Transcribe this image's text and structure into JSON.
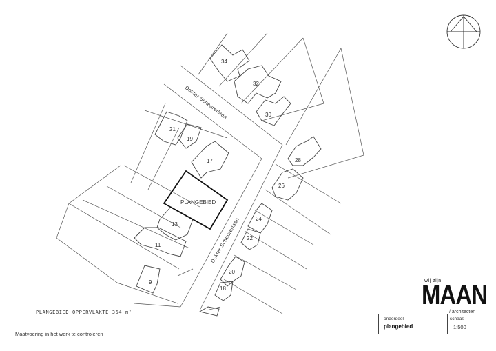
{
  "drawing": {
    "plot_label": "PLANGEBIED",
    "house_numbers": [
      "34",
      "32",
      "30",
      "21",
      "19",
      "17",
      "28",
      "26",
      "24",
      "22",
      "20",
      "18",
      "13",
      "11",
      "9"
    ],
    "streets": [
      "Dokter Scheurerlaan",
      "Dokter Scheurerlaan"
    ]
  },
  "notes": {
    "area": "PLANGEBIED OPPERVLAKTE 364 m²",
    "disclaimer": "Maatvoering in het werk te controleren"
  },
  "logo": {
    "top": "wij zijn",
    "main": "MAAN",
    "sub": "/ architecten"
  },
  "title_block": {
    "onderdeel_label": "onderdeel",
    "onderdeel_value": "plangebied",
    "schaal_label": "schaal:",
    "schaal_value": "1:500"
  }
}
